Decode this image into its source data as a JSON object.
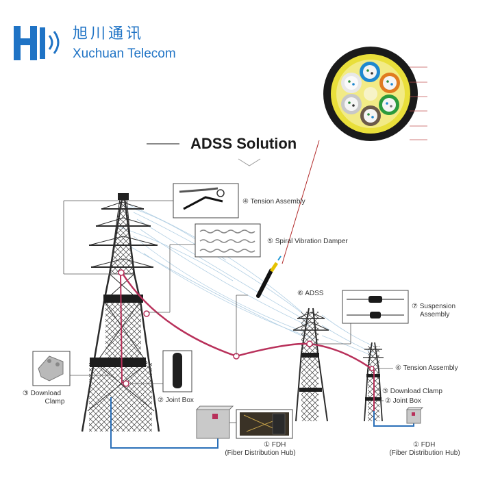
{
  "logo": {
    "chinese_name": "旭川通讯",
    "english_name": "Xuchuan Telecom"
  },
  "title": "ADSS  Solution",
  "labels": {
    "tension_assembly_top": "④ Tension Assembly",
    "spiral_vibration_damper": "⑤ Spiral Vibration Damper",
    "adss": "⑥  ADSS",
    "suspension_assembly_line1": "⑦ Suspension",
    "suspension_assembly_line2": "Assembly",
    "tension_assembly_right": "④ Tension Assembly",
    "download_clamp_left_line1": "③ Download",
    "download_clamp_left_line2": "Clamp",
    "joint_box_left": "② Joint Box",
    "download_clamp_right": "③ Download Clamp",
    "joint_box_right": "② Joint Box",
    "fdh_left_line1": "① FDH",
    "fdh_left_line2": "(Fiber Distribution Hub)",
    "fdh_right_line1": "① FDH",
    "fdh_right_line2": "(Fiber Distribution Hub)"
  },
  "colors": {
    "brand_blue": "#1f73c5",
    "cable_red": "#b8305a",
    "fiber_blue": "#2a6fb8",
    "tower_dark": "#2b2b2b"
  }
}
